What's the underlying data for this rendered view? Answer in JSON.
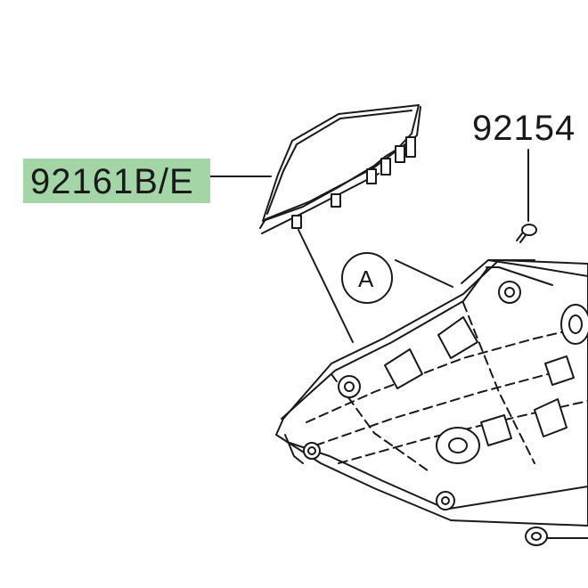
{
  "callouts": {
    "part_a": "92161B/E",
    "part_b": "92154",
    "detail": "A"
  },
  "colors": {
    "highlight": "#a3d5a6",
    "line": "#1a1a1a"
  }
}
